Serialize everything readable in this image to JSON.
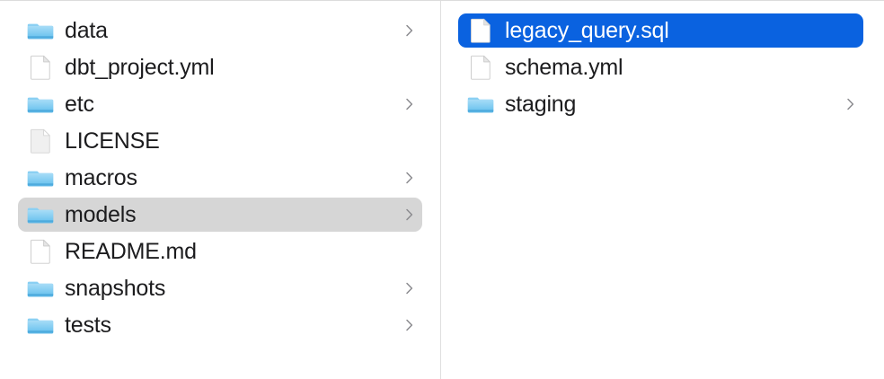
{
  "window": {
    "view_mode": "column",
    "accent_color": "#0a62e0",
    "selection_inactive_color": "#d6d6d6",
    "text_color": "#1c1c1e",
    "divider_color": "#dfdfdf",
    "folder_icon_color": "#5bb8ec"
  },
  "columns": [
    {
      "name": "project-root-column",
      "items": [
        {
          "label": "data",
          "kind": "folder",
          "chevron": true,
          "selected": false,
          "selection_style": "none"
        },
        {
          "label": "dbt_project.yml",
          "kind": "document",
          "chevron": false,
          "selected": false,
          "selection_style": "none"
        },
        {
          "label": "etc",
          "kind": "folder",
          "chevron": true,
          "selected": false,
          "selection_style": "none"
        },
        {
          "label": "LICENSE",
          "kind": "generic",
          "chevron": false,
          "selected": false,
          "selection_style": "none"
        },
        {
          "label": "macros",
          "kind": "folder",
          "chevron": true,
          "selected": false,
          "selection_style": "none"
        },
        {
          "label": "models",
          "kind": "folder",
          "chevron": true,
          "selected": true,
          "selection_style": "gray"
        },
        {
          "label": "README.md",
          "kind": "document",
          "chevron": false,
          "selected": false,
          "selection_style": "none"
        },
        {
          "label": "snapshots",
          "kind": "folder",
          "chevron": true,
          "selected": false,
          "selection_style": "none"
        },
        {
          "label": "tests",
          "kind": "folder",
          "chevron": true,
          "selected": false,
          "selection_style": "none"
        }
      ]
    },
    {
      "name": "models-column",
      "items": [
        {
          "label": "legacy_query.sql",
          "kind": "document",
          "chevron": false,
          "selected": true,
          "selection_style": "blue"
        },
        {
          "label": "schema.yml",
          "kind": "document",
          "chevron": false,
          "selected": false,
          "selection_style": "none"
        },
        {
          "label": "staging",
          "kind": "folder",
          "chevron": true,
          "selected": false,
          "selection_style": "none"
        }
      ]
    }
  ],
  "icons": {
    "folder": "folder-icon",
    "document": "document-icon",
    "generic": "generic-document-icon",
    "chevron": "chevron-right-icon"
  }
}
